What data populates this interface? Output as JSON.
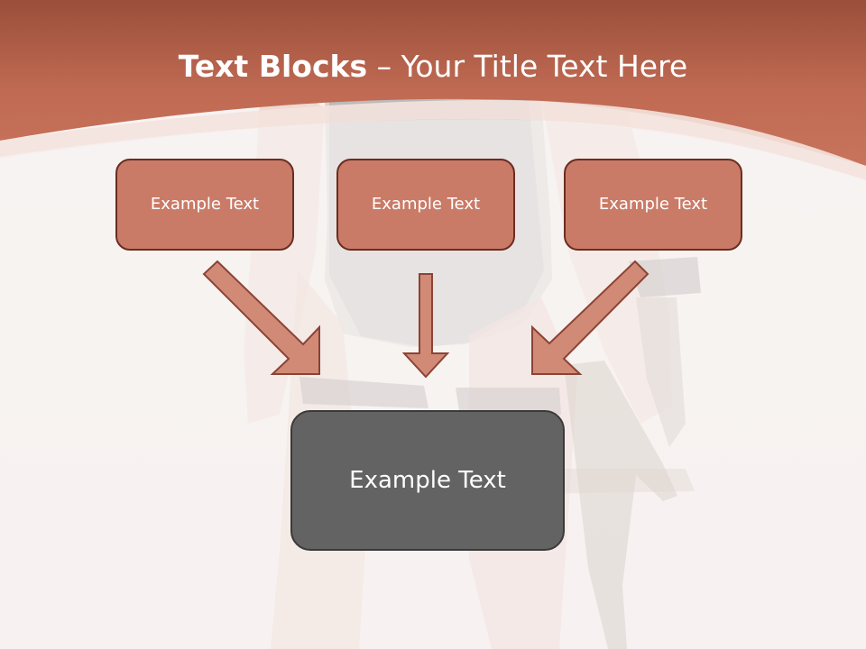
{
  "slide": {
    "title_bold": "Text Blocks",
    "title_rest": " – Your Title Text Here",
    "top_boxes": [
      {
        "label": "Example Text"
      },
      {
        "label": "Example Text"
      },
      {
        "label": "Example Text"
      }
    ],
    "center_box": {
      "label": "Example Text"
    }
  },
  "colors": {
    "header": "#a8543f",
    "top_box_fill": "#c97b67",
    "top_box_border": "#6a2d22",
    "center_box_fill": "#636363",
    "center_box_border": "#3a3a3a",
    "arrow_fill": "#d18a76",
    "arrow_border": "#8b4335"
  }
}
